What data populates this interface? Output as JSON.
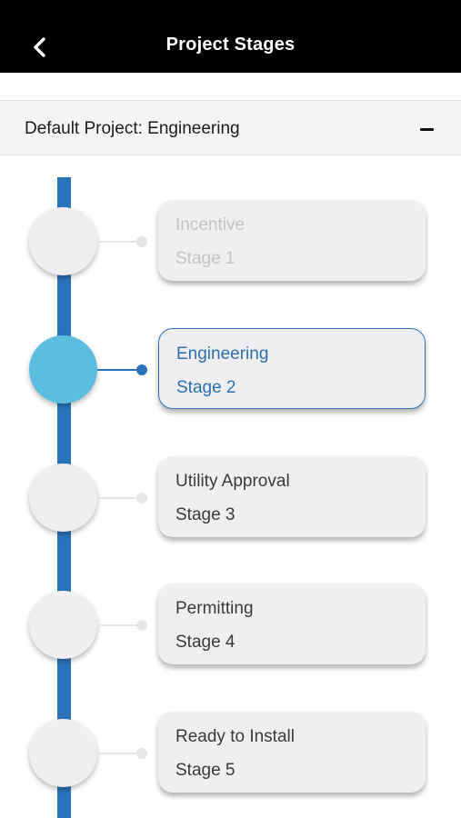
{
  "header": {
    "title": "Project Stages",
    "back_icon": "chevron-left-icon"
  },
  "section": {
    "title": "Default Project: Engineering",
    "collapse_icon": "minus-icon"
  },
  "colors": {
    "accent": "#2a74bb",
    "active_node": "#5bbde0",
    "header_bg": "#000000",
    "card_bg": "#efeff1"
  },
  "stages": [
    {
      "name": "Incentive",
      "label": "Stage 1",
      "status": "completed"
    },
    {
      "name": "Engineering",
      "label": "Stage 2",
      "status": "current"
    },
    {
      "name": "Utility Approval",
      "label": "Stage 3",
      "status": "pending"
    },
    {
      "name": "Permitting",
      "label": "Stage 4",
      "status": "pending"
    },
    {
      "name": "Ready to Install",
      "label": "Stage 5",
      "status": "pending"
    }
  ]
}
